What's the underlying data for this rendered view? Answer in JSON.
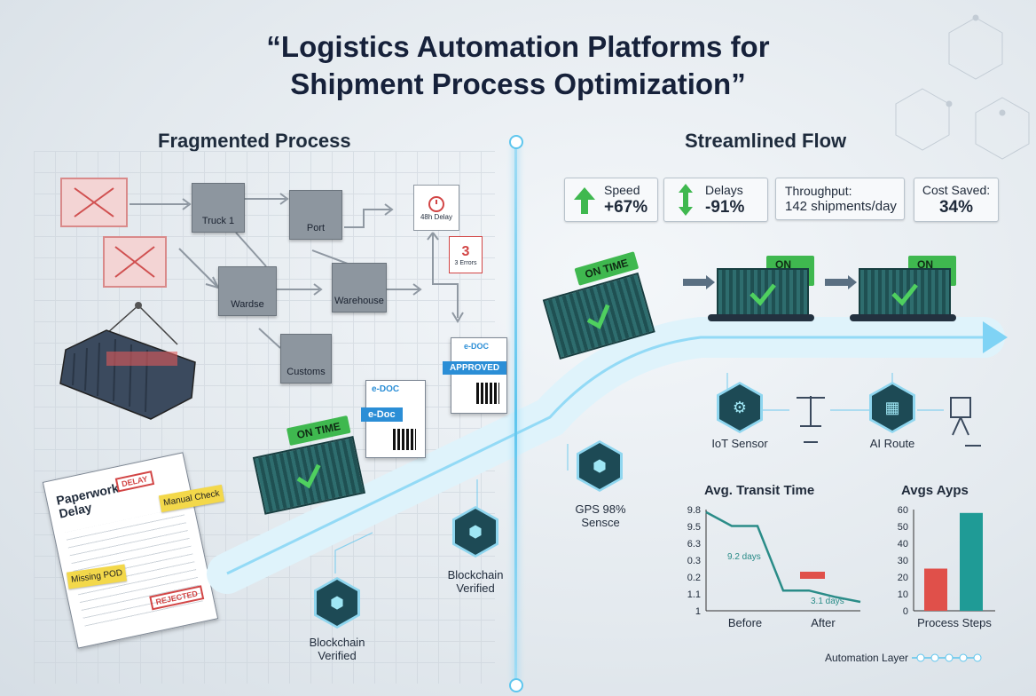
{
  "title_line1": "“Logistics Automation Platforms for",
  "title_line2": "Shipment Process Optimization”",
  "left": {
    "heading": "Fragmented Process",
    "nodes": {
      "truck": "Truck 1",
      "port": "Port",
      "wardse": "Wardse",
      "warehouse": "Warehouse",
      "customs": "Customs"
    },
    "delay_label": "48h Delay",
    "errors_count": "3",
    "errors_label": "3 Errors",
    "paperwork_title": "Paperwork Delay",
    "manual_check": "Manual Check",
    "missing_pod": "Missing POD"
  },
  "right": {
    "heading": "Streamlined Flow",
    "metrics": [
      {
        "label": "Speed",
        "value": "+67%"
      },
      {
        "label": "Delays",
        "value": "-91%"
      },
      {
        "label": "Throughput:",
        "value": "142 shipments/day"
      },
      {
        "label": "Cost Saved:",
        "value": "34%"
      }
    ],
    "on_time": "ON TIME",
    "edoc": "e-Doc",
    "edoc_small": "e-DOC",
    "approved": "APPROVED",
    "iot_label": "IoT Sensor",
    "ai_label": "AI Route",
    "gps_label": "GPS 98% Sensce",
    "blockchain_label": "Blockchain Verified",
    "automation_layer": "Automation Layer"
  },
  "colors": {
    "accent": "#5ec6ee",
    "ok_green": "#3fb84f",
    "bar_red": "#e0504a",
    "bar_teal": "#1f9b96",
    "line_teal": "#2a8c88"
  },
  "chart_data": [
    {
      "type": "line",
      "title": "Avg. Transit Time",
      "categories": [
        "Before",
        "After"
      ],
      "y_ticks": [
        "9.8",
        "9.5",
        "6.3",
        "0.3",
        "0.2",
        "1.1",
        "1"
      ],
      "annotations": [
        "9.2 days",
        "3.1 days"
      ],
      "series": [
        {
          "values": [
            9.8,
            8.7,
            8.7,
            3.6,
            3.6,
            3.1,
            2.7
          ]
        }
      ]
    },
    {
      "type": "bar",
      "title": "Avgs Ayps",
      "xlabel": "Process Steps",
      "y_ticks": [
        0,
        10,
        20,
        30,
        40,
        50,
        60
      ],
      "ylim": [
        0,
        60
      ],
      "values": [
        25,
        58
      ]
    }
  ]
}
